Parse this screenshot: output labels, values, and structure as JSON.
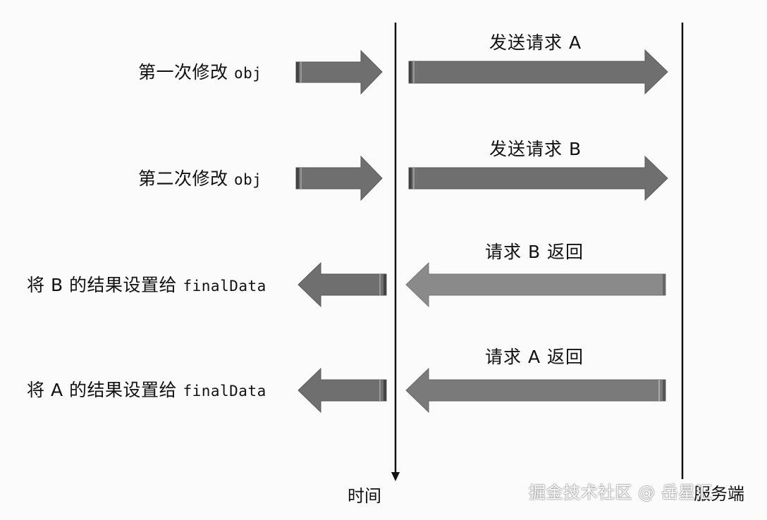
{
  "steps": [
    {
      "text": "第一次修改 ",
      "code": "obj"
    },
    {
      "text": "第二次修改 ",
      "code": "obj"
    },
    {
      "text": "将 B 的结果设置给 ",
      "code": "finalData"
    },
    {
      "text": "将 A 的结果设置给 ",
      "code": "finalData"
    }
  ],
  "requests": [
    {
      "label": "发送请求 A"
    },
    {
      "label": "发送请求 B"
    },
    {
      "label": "请求 B 返回"
    },
    {
      "label": "请求 A 返回"
    }
  ],
  "axes": {
    "time_label": "时间",
    "server_label": "服务端"
  },
  "watermark": "掘金技术社区 @ 岳星汇",
  "colors": {
    "arrow_dark": "#6e6e6e",
    "arrow_light": "#8a8a8a",
    "line": "#111111",
    "background": "#fbfbfb"
  }
}
